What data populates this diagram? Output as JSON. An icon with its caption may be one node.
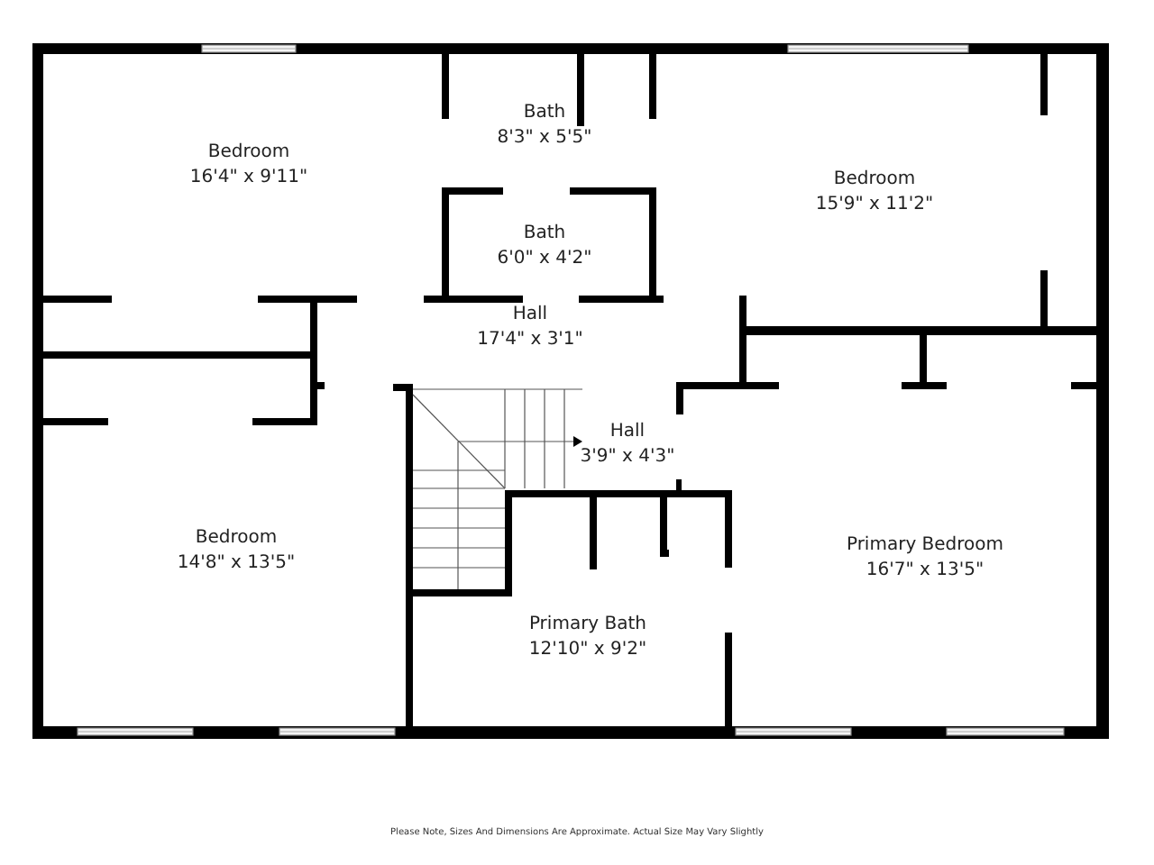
{
  "diagram": {
    "nodes": [
      {
        "text": [
          "Bedroom",
          "16'4\" x 9'11\""
        ]
      },
      {
        "text": [
          "Bath",
          "8'3\" x 5'5\""
        ]
      },
      {
        "text": [
          "Bedroom",
          "15'9\" x 11'2\""
        ]
      },
      {
        "text": [
          "Bath",
          "6'0\" x 4'2\""
        ]
      },
      {
        "text": [
          "Hall",
          "17'4\" x 3'1\""
        ]
      },
      {
        "text": [
          "Hall",
          "3'9\" x 4'3\""
        ]
      },
      {
        "text": [
          "Bedroom",
          "14'8\" x 13'5\""
        ]
      },
      {
        "text": [
          "Primary Bedroom",
          "16'7\" x 13'5\""
        ]
      },
      {
        "text": [
          "Primary Bath",
          "12'10\" x 9'2\""
        ]
      }
    ],
    "labels": [
      "Please Note, Sizes And Dimensions Are Approximate. Actual Size May Vary Slightly"
    ]
  }
}
